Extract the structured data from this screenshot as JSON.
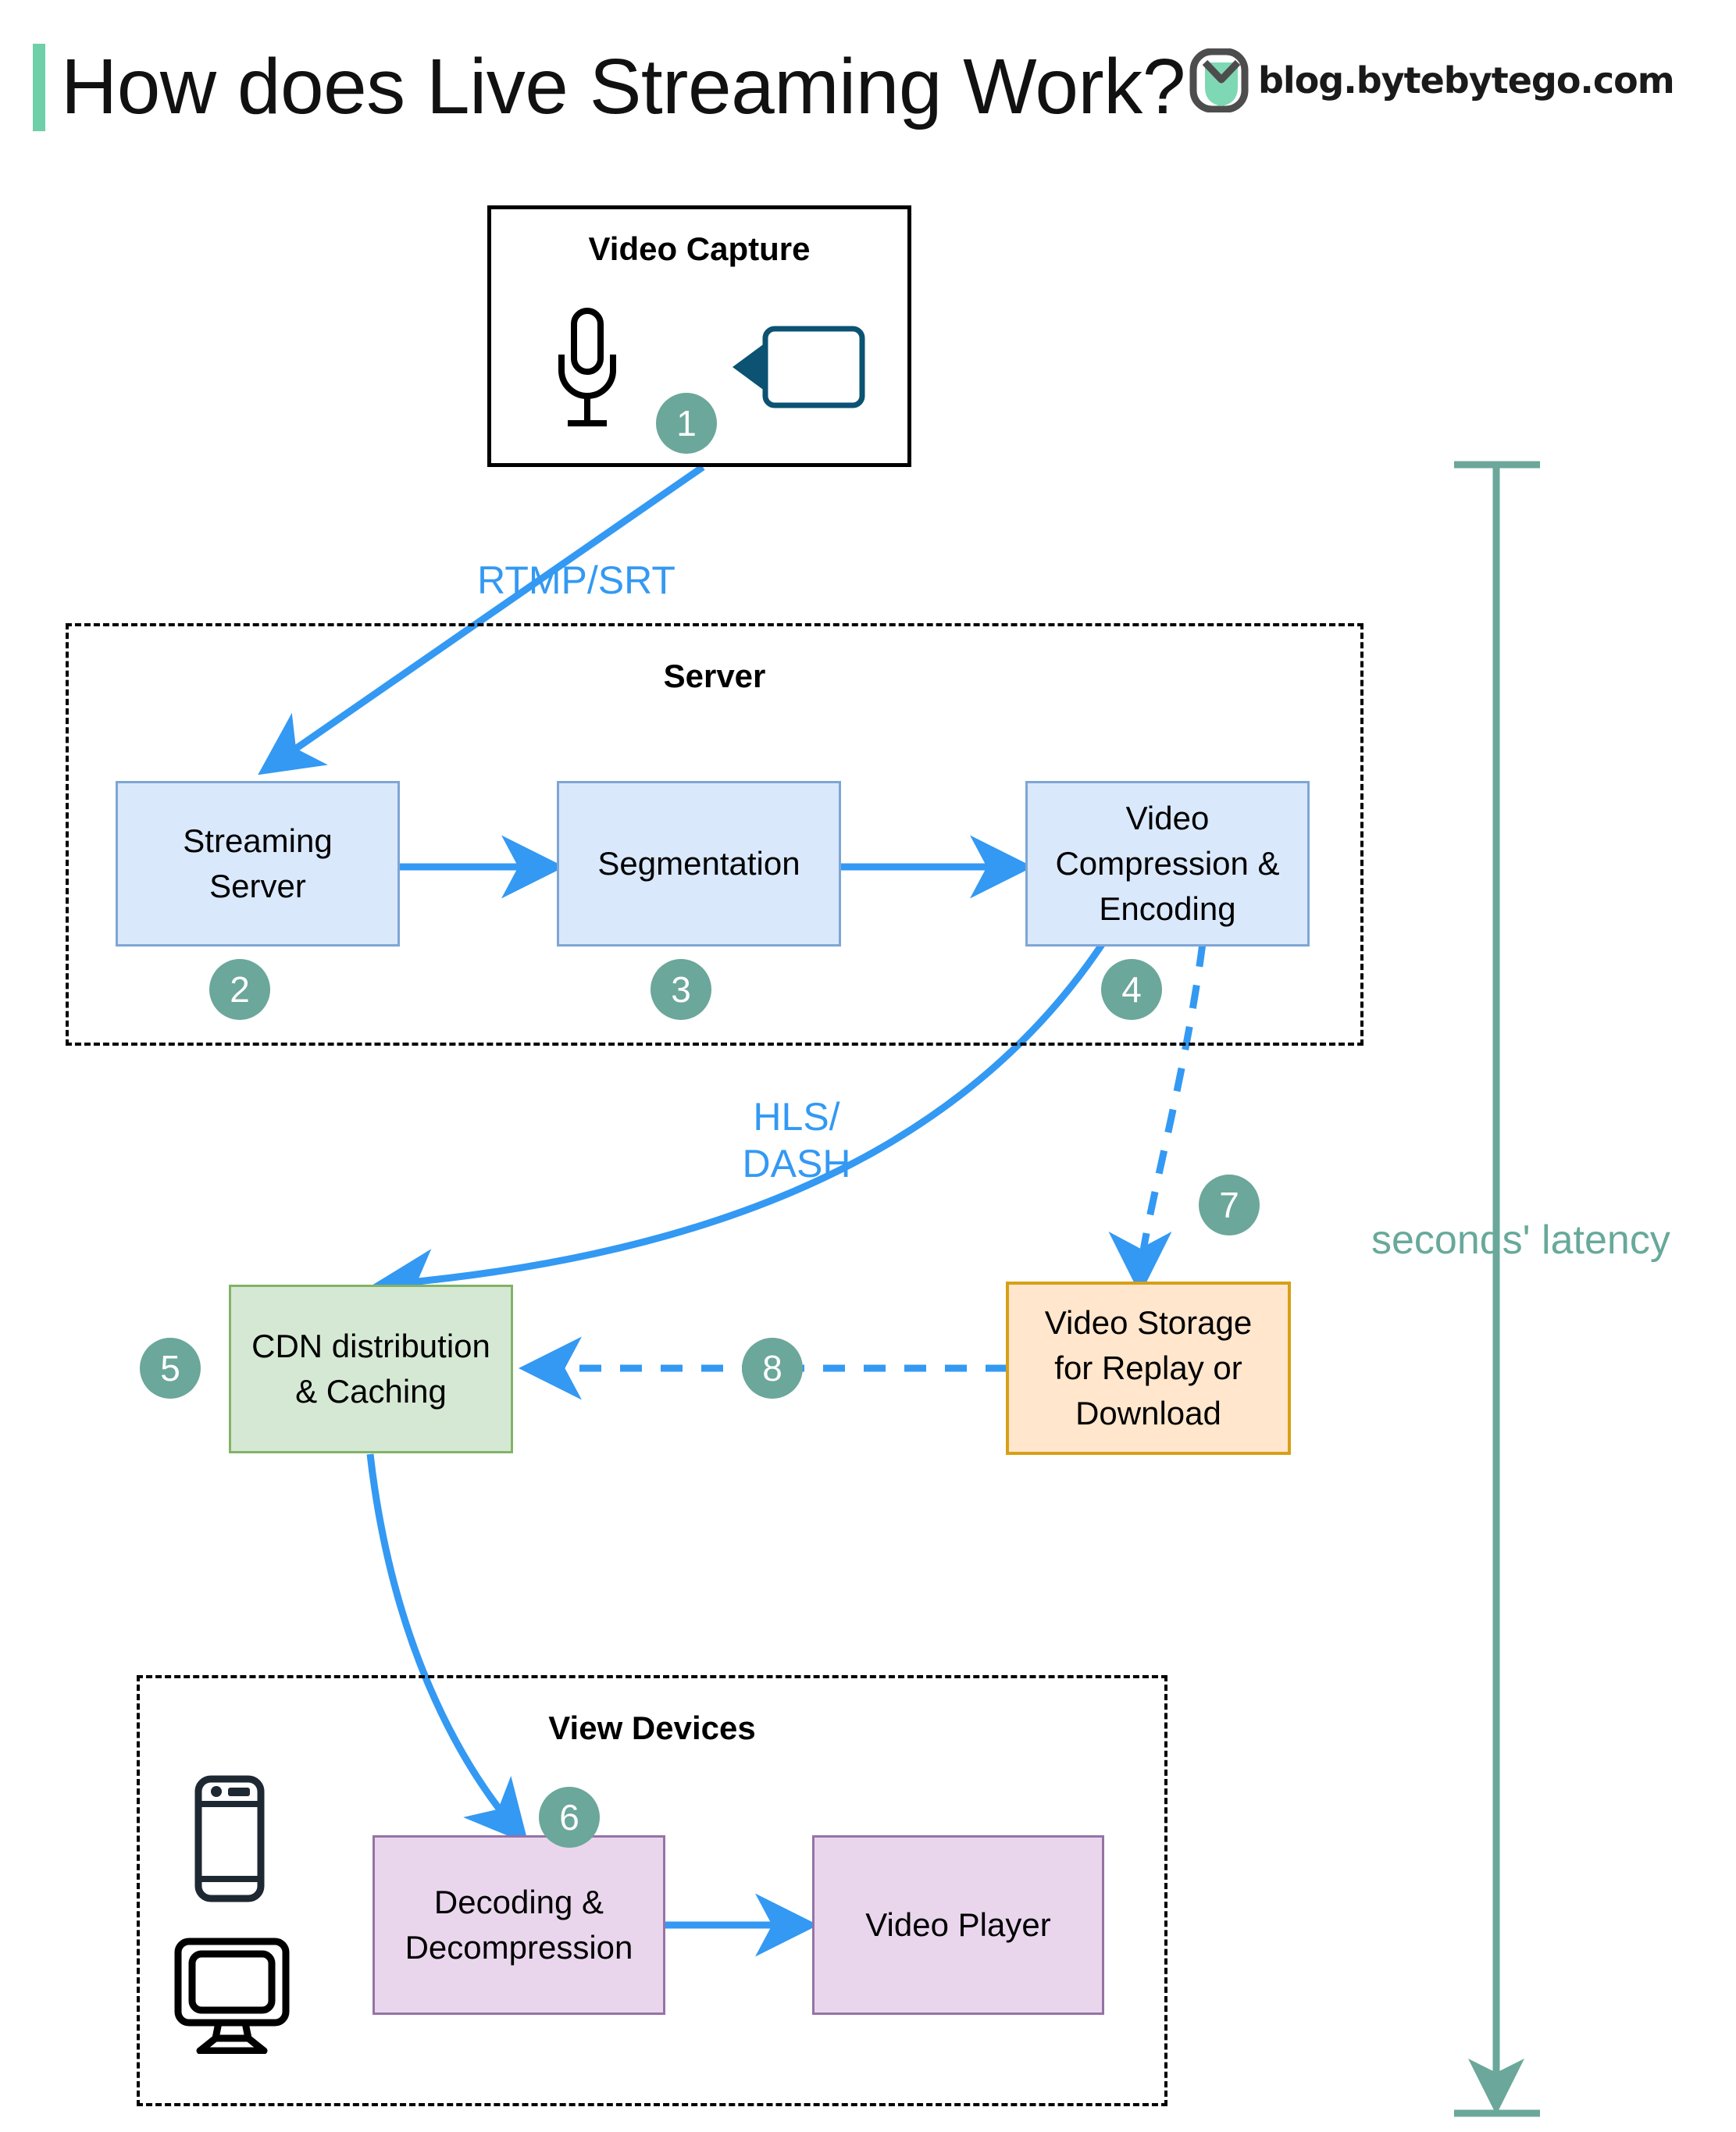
{
  "header": {
    "title": "How does Live Streaming Work?",
    "brand_text": "blog.bytebytego.com",
    "brand_logo_icon": "bytebytego-logo-icon",
    "accent_color": "#6ecfa8"
  },
  "capture": {
    "title": "Video Capture",
    "mic_icon": "microphone-icon",
    "camera_icon": "video-camera-icon",
    "badge": "1"
  },
  "server_group": {
    "title": "Server",
    "nodes": [
      {
        "label": "Streaming\nServer",
        "badge": "2",
        "color": "#dae8fc"
      },
      {
        "label": "Segmentation",
        "badge": "3",
        "color": "#dae8fc"
      },
      {
        "label": "Video\nCompression &\nEncoding",
        "badge": "4",
        "color": "#dae8fc"
      }
    ]
  },
  "distribution": {
    "cdn": {
      "label": "CDN distribution\n& Caching",
      "badge": "5",
      "color": "#d5e8d4"
    },
    "storage": {
      "label": "Video Storage\nfor Replay or\nDownload",
      "badge": "7",
      "color": "#ffe6cc"
    },
    "storage_to_cdn_badge": "8"
  },
  "view_group": {
    "title": "View Devices",
    "phone_icon": "mobile-phone-icon",
    "monitor_icon": "desktop-monitor-icon",
    "nodes": [
      {
        "label": "Decoding &\nDecompression",
        "badge": "6",
        "color": "#e9d6ed"
      },
      {
        "label": "Video Player",
        "badge": "",
        "color": "#e9d6ed"
      }
    ]
  },
  "edges": {
    "capture_to_server": "RTMP/SRT",
    "encoding_to_cdn": "HLS/\nDASH"
  },
  "latency": {
    "label": "seconds' latency",
    "color": "#67a99a",
    "bracket_icon": "latency-bracket-arrow-icon"
  },
  "palette": {
    "arrow_blue": "#3399f3",
    "badge_teal": "#6ba79a",
    "blue_fill": "#dae8fc",
    "blue_stroke": "#7ea6d4",
    "green_fill": "#d5e8d4",
    "green_stroke": "#82b366",
    "orange_fill": "#ffe6cc",
    "orange_stroke": "#d6a017",
    "purple_fill": "#e9d6ed",
    "purple_stroke": "#9673a6"
  }
}
